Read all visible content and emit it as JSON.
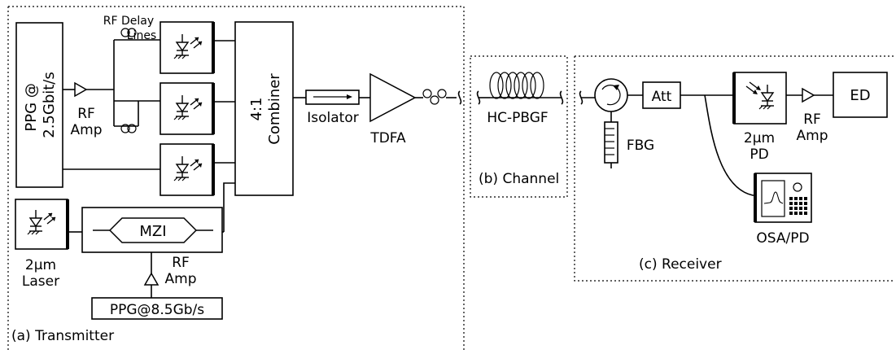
{
  "sections": {
    "transmitter": "(a) Transmitter",
    "channel": "(b) Channel",
    "receiver": "(c) Receiver"
  },
  "transmitter": {
    "ppg_main": "PPG @\n2.5Gbit/s",
    "rf_amp_1": "RF\nAmp",
    "rf_delay_lines": "RF Delay\nLines",
    "combiner": "4:1\nCombiner",
    "isolator": "Isolator",
    "tdfa": "TDFA",
    "mzi": "MZI",
    "laser": "2μm\nLaser",
    "rf_amp_2": "RF\nAmp",
    "ppg_85": "PPG@8.5Gb/s"
  },
  "channel": {
    "fiber": "HC-PBGF"
  },
  "receiver": {
    "fbg": "FBG",
    "att": "Att",
    "pd": "2μm\nPD",
    "rf_amp": "RF\nAmp",
    "ed": "ED",
    "osa": "OSA/PD"
  }
}
